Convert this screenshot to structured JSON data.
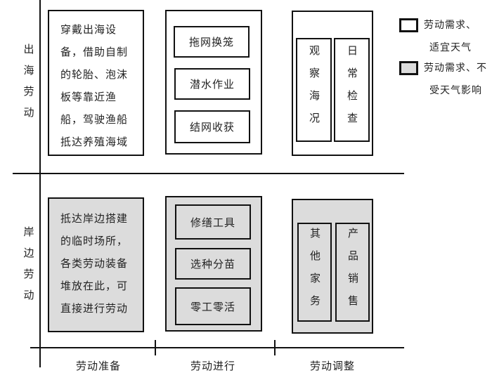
{
  "rows": [
    {
      "label": "出海劳动"
    },
    {
      "label": "岸边劳动"
    }
  ],
  "columns": [
    {
      "label": "劳动准备"
    },
    {
      "label": "劳动进行"
    },
    {
      "label": "劳动调整"
    }
  ],
  "cells": {
    "sea_prep": {
      "lines": [
        "穿戴出海设",
        "备，借助自制",
        "的轮胎、泡沫",
        "板等靠近渔",
        "船，驾驶渔船",
        "抵达养殖海域"
      ],
      "category": "weather_dependent"
    },
    "sea_work": {
      "items": [
        "拖网换笼",
        "潜水作业",
        "结网收获"
      ],
      "category": "weather_dependent"
    },
    "sea_adjust": {
      "items": [
        "观察海况",
        "日常检查"
      ],
      "category": "weather_dependent"
    },
    "shore_prep": {
      "lines": [
        "抵达岸边搭建",
        "的临时场所，",
        "各类劳动装备",
        "堆放在此，可",
        "直接进行劳动"
      ],
      "category": "weather_independent"
    },
    "shore_work": {
      "items": [
        "修缮工具",
        "选种分苗",
        "零工零活"
      ],
      "category": "weather_independent"
    },
    "shore_adjust": {
      "items": [
        "其他家务",
        "产品销售"
      ],
      "category": "weather_independent"
    }
  },
  "legend": [
    {
      "key": "weather_dependent",
      "line1": "劳动需求、",
      "line2": "适宜天气",
      "fill": "#ffffff"
    },
    {
      "key": "weather_independent",
      "line1": "劳动需求、不",
      "line2": "受天气影响",
      "fill": "#dcdcdc"
    }
  ],
  "colors": {
    "stroke": "#111111",
    "gray_fill": "#dcdcdc",
    "white_fill": "#ffffff"
  }
}
